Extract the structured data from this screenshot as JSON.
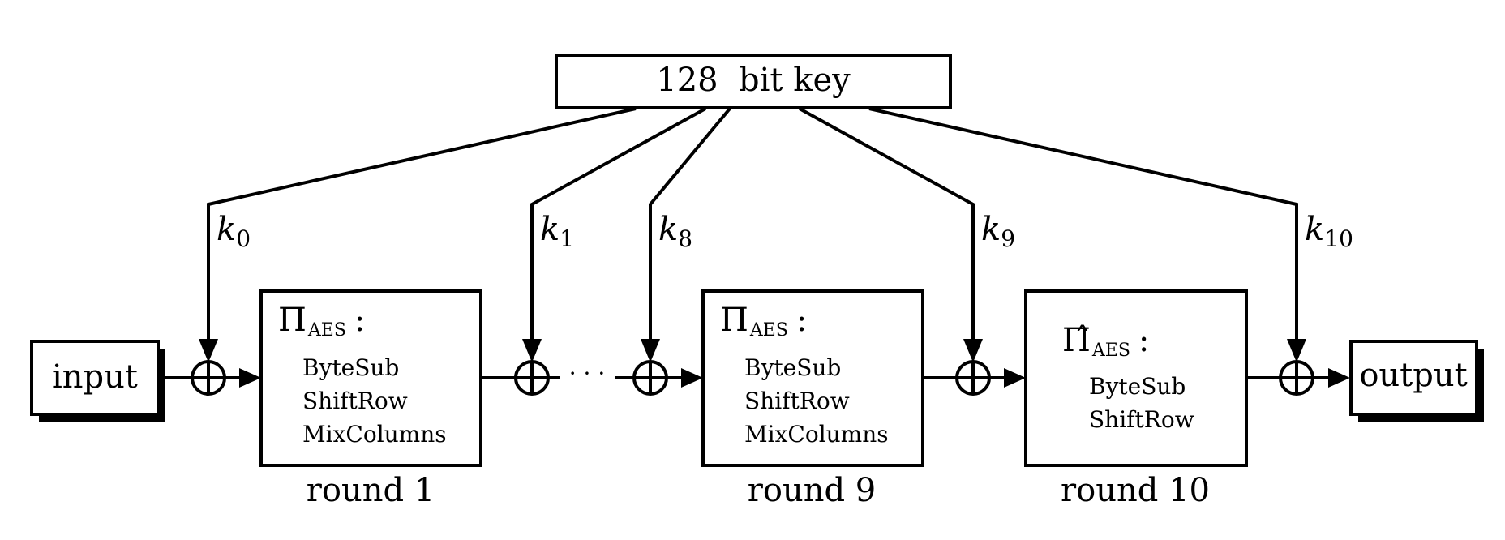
{
  "key_box": {
    "label": "128  bit key"
  },
  "input_box": {
    "label": "input"
  },
  "output_box": {
    "label": "output"
  },
  "round_keys": [
    {
      "base": "k",
      "sub": "0"
    },
    {
      "base": "k",
      "sub": "1"
    },
    {
      "base": "k",
      "sub": "8"
    },
    {
      "base": "k",
      "sub": "9"
    },
    {
      "base": "k",
      "sub": "10"
    }
  ],
  "ellipsis": "· · ·",
  "rounds": [
    {
      "symbol": "Π",
      "subscript": "AES",
      "colon": ":",
      "ops": [
        "ByteSub",
        "ShiftRow",
        "MixColumns"
      ],
      "label": "round 1"
    },
    {
      "symbol": "Π",
      "subscript": "AES",
      "colon": ":",
      "ops": [
        "ByteSub",
        "ShiftRow",
        "MixColumns"
      ],
      "label": "round 9"
    },
    {
      "symbol": "Π̂",
      "subscript": "AES",
      "colon": ":",
      "ops": [
        "ByteSub",
        "ShiftRow"
      ],
      "label": "round 10"
    }
  ]
}
